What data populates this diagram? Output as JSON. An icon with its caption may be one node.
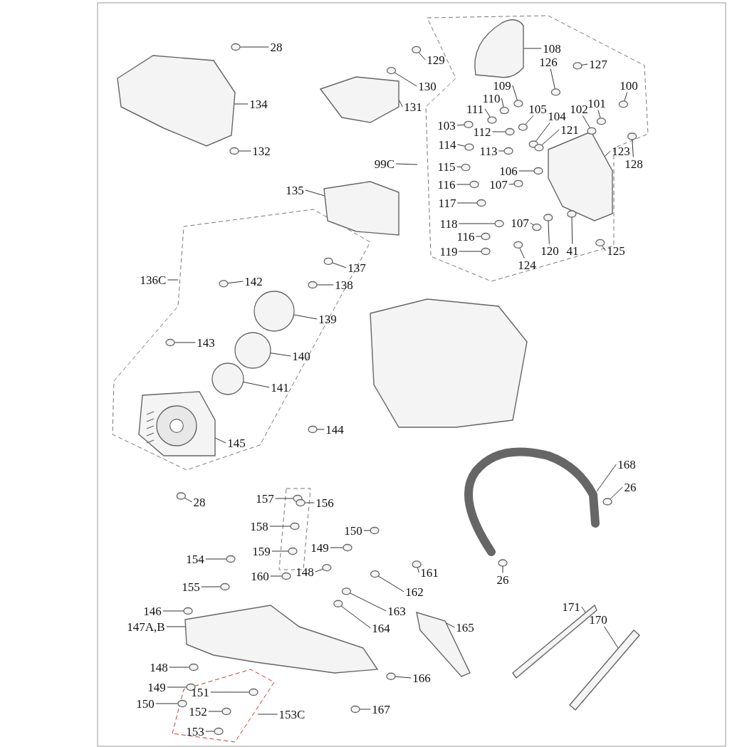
{
  "diagram": {
    "nodes": [
      {
        "text": [
          "28"
        ]
      },
      {
        "text": [
          "129"
        ]
      },
      {
        "text": [
          "130"
        ]
      },
      {
        "text": [
          "131"
        ]
      },
      {
        "text": [
          "134"
        ]
      },
      {
        "text": [
          "132"
        ]
      },
      {
        "text": [
          "108"
        ]
      },
      {
        "text": [
          "126"
        ]
      },
      {
        "text": [
          "127"
        ]
      },
      {
        "text": [
          "109"
        ]
      },
      {
        "text": [
          "110"
        ]
      },
      {
        "text": [
          "105"
        ]
      },
      {
        "text": [
          "111"
        ]
      },
      {
        "text": [
          "104"
        ]
      },
      {
        "text": [
          "102"
        ]
      },
      {
        "text": [
          "101"
        ]
      },
      {
        "text": [
          "100"
        ]
      },
      {
        "text": [
          "103"
        ]
      },
      {
        "text": [
          "112"
        ]
      },
      {
        "text": [
          "121"
        ]
      },
      {
        "text": [
          "114"
        ]
      },
      {
        "text": [
          "113"
        ]
      },
      {
        "text": [
          "123"
        ]
      },
      {
        "text": [
          "128"
        ]
      },
      {
        "text": [
          "99C"
        ]
      },
      {
        "text": [
          "115"
        ]
      },
      {
        "text": [
          "106"
        ]
      },
      {
        "text": [
          "116"
        ]
      },
      {
        "text": [
          "107"
        ]
      },
      {
        "text": [
          "117"
        ]
      },
      {
        "text": [
          "118"
        ]
      },
      {
        "text": [
          "107"
        ]
      },
      {
        "text": [
          "116"
        ]
      },
      {
        "text": [
          "119"
        ]
      },
      {
        "text": [
          "120"
        ]
      },
      {
        "text": [
          "41"
        ]
      },
      {
        "text": [
          "124"
        ]
      },
      {
        "text": [
          "125"
        ]
      },
      {
        "text": [
          "135"
        ]
      },
      {
        "text": [
          "137"
        ]
      },
      {
        "text": [
          "136C"
        ]
      },
      {
        "text": [
          "142"
        ]
      },
      {
        "text": [
          "138"
        ]
      },
      {
        "text": [
          "139"
        ]
      },
      {
        "text": [
          "143"
        ]
      },
      {
        "text": [
          "140"
        ]
      },
      {
        "text": [
          "141"
        ]
      },
      {
        "text": [
          "145"
        ]
      },
      {
        "text": [
          "144"
        ]
      },
      {
        "text": [
          "168"
        ]
      },
      {
        "text": [
          "26"
        ]
      },
      {
        "text": [
          "28"
        ]
      },
      {
        "text": [
          "157"
        ]
      },
      {
        "text": [
          "156"
        ]
      },
      {
        "text": [
          "158"
        ]
      },
      {
        "text": [
          "150"
        ]
      },
      {
        "text": [
          "149"
        ]
      },
      {
        "text": [
          "159"
        ]
      },
      {
        "text": [
          "154"
        ]
      },
      {
        "text": [
          "148"
        ]
      },
      {
        "text": [
          "160"
        ]
      },
      {
        "text": [
          "161"
        ]
      },
      {
        "text": [
          "162"
        ]
      },
      {
        "text": [
          "155"
        ]
      },
      {
        "text": [
          "163"
        ]
      },
      {
        "text": [
          "146"
        ]
      },
      {
        "text": [
          "164"
        ]
      },
      {
        "text": [
          "165"
        ]
      },
      {
        "text": [
          "147A,B"
        ]
      },
      {
        "text": [
          "148"
        ]
      },
      {
        "text": [
          "166"
        ]
      },
      {
        "text": [
          "149"
        ]
      },
      {
        "text": [
          "151"
        ]
      },
      {
        "text": [
          "150"
        ]
      },
      {
        "text": [
          "152"
        ]
      },
      {
        "text": [
          "153C"
        ]
      },
      {
        "text": [
          "153"
        ]
      },
      {
        "text": [
          "167"
        ]
      },
      {
        "text": [
          "26"
        ]
      },
      {
        "text": [
          "171"
        ]
      },
      {
        "text": [
          "170"
        ]
      },
      {
        "text": [],
        "shape": "circle"
      },
      {
        "text": [],
        "shape": "circle"
      },
      {
        "text": [],
        "shape": "circle"
      },
      {
        "text": [],
        "shape": "circle"
      },
      {
        "text": [],
        "shape": "circle"
      },
      {
        "text": [],
        "shape": "circle"
      },
      {
        "text": [],
        "shape": "circle"
      },
      {
        "text": [],
        "shape": "circle"
      },
      {
        "text": [],
        "shape": "circle"
      },
      {
        "text": [],
        "shape": "circle"
      },
      {
        "text": [],
        "shape": "circle"
      },
      {
        "text": [],
        "shape": "circle"
      },
      {
        "text": [],
        "shape": "circle"
      },
      {
        "text": [],
        "shape": "circle"
      },
      {
        "text": [],
        "shape": "circle"
      },
      {
        "text": [],
        "shape": "circle"
      },
      {
        "text": [],
        "shape": "circle"
      },
      {
        "text": [],
        "shape": "circle"
      },
      {
        "text": [],
        "shape": "circle"
      },
      {
        "text": [],
        "shape": "circle"
      },
      {
        "text": [],
        "shape": "circle"
      },
      {
        "text": [],
        "shape": "circle"
      },
      {
        "text": [],
        "shape": "circle"
      },
      {
        "text": [],
        "shape": "circle"
      },
      {
        "text": [],
        "shape": "circle"
      },
      {
        "text": [],
        "shape": "circle"
      },
      {
        "text": [],
        "shape": "circle"
      },
      {
        "text": [],
        "shape": "circle"
      },
      {
        "text": [],
        "shape": "circle"
      },
      {
        "text": [],
        "shape": "circle"
      },
      {
        "text": [],
        "shape": "circle"
      },
      {
        "text": [],
        "shape": "circle"
      },
      {
        "text": [],
        "shape": "circle"
      },
      {
        "text": [],
        "shape": "circle"
      },
      {
        "text": [],
        "shape": "circle"
      },
      {
        "text": [],
        "shape": "circle"
      },
      {
        "text": [],
        "shape": "circle"
      },
      {
        "text": [],
        "shape": "circle"
      },
      {
        "text": [],
        "shape": "circle"
      },
      {
        "text": [],
        "shape": "circle"
      },
      {
        "text": [],
        "shape": "circle"
      },
      {
        "text": [],
        "shape": "circle"
      },
      {
        "text": [],
        "shape": "circle"
      },
      {
        "text": [],
        "shape": "circle"
      },
      {
        "text": [],
        "shape": "circle"
      },
      {
        "text": [],
        "shape": "circle"
      },
      {
        "text": [],
        "shape": "circle"
      },
      {
        "text": [],
        "shape": "circle"
      },
      {
        "text": [],
        "shape": "circle"
      },
      {
        "text": [],
        "shape": "circle"
      },
      {
        "text": [],
        "shape": "circle"
      },
      {
        "text": [],
        "shape": "circle"
      },
      {
        "text": [],
        "shape": "circle"
      },
      {
        "text": [],
        "shape": "circle"
      },
      {
        "text": [],
        "shape": "circle"
      },
      {
        "text": [],
        "shape": "circle"
      },
      {
        "text": [],
        "shape": "circle"
      },
      {
        "text": [],
        "shape": "circle"
      },
      {
        "text": [],
        "shape": "circle"
      },
      {
        "text": [],
        "shape": "circle"
      },
      {
        "text": [],
        "shape": "circle"
      },
      {
        "text": [],
        "shape": "circle"
      },
      {
        "text": [],
        "shape": "circle"
      },
      {
        "text": [],
        "shape": "circle"
      },
      {
        "text": [],
        "shape": "picture"
      },
      {
        "text": [],
        "shape": "picture"
      },
      {
        "text": [],
        "shape": "picture"
      },
      {
        "text": [],
        "shape": "picture"
      },
      {
        "text": [],
        "shape": "picture"
      },
      {
        "text": [],
        "shape": "circle"
      },
      {
        "text": [],
        "shape": "circle"
      },
      {
        "text": [],
        "shape": "circle"
      },
      {
        "text": [],
        "shape": "picture"
      },
      {
        "text": [],
        "shape": "picture"
      },
      {
        "text": [],
        "shape": "picture"
      },
      {
        "text": [],
        "shape": "picture"
      },
      {
        "text": [],
        "shape": "picture"
      },
      {
        "text": [],
        "shape": "picture"
      }
    ],
    "edges": [
      {
        "from": 0,
        "to": 81,
        "arrow": "none"
      },
      {
        "from": 1,
        "to": 82,
        "arrow": "none"
      },
      {
        "from": 2,
        "to": 83,
        "arrow": "none"
      },
      {
        "from": 3,
        "to": 145,
        "arrow": "none"
      },
      {
        "from": 4,
        "to": 146,
        "arrow": "none"
      },
      {
        "from": 5,
        "to": 84,
        "arrow": "none"
      },
      {
        "from": 6,
        "to": 147,
        "arrow": "none"
      },
      {
        "from": 7,
        "to": 85,
        "arrow": "none"
      },
      {
        "from": 8,
        "to": 86,
        "arrow": "none"
      },
      {
        "from": 9,
        "to": 87,
        "arrow": "none"
      },
      {
        "from": 10,
        "to": 88,
        "arrow": "none"
      },
      {
        "from": 11,
        "to": 89,
        "arrow": "none"
      },
      {
        "from": 12,
        "to": 90,
        "arrow": "none"
      },
      {
        "from": 13,
        "to": 91,
        "arrow": "none"
      },
      {
        "from": 14,
        "to": 92,
        "arrow": "none"
      },
      {
        "from": 15,
        "to": 93,
        "arrow": "none"
      },
      {
        "from": 16,
        "to": 94,
        "arrow": "none"
      },
      {
        "from": 17,
        "to": 95,
        "arrow": "none"
      },
      {
        "from": 18,
        "to": 96,
        "arrow": "none"
      },
      {
        "from": 19,
        "to": 97,
        "arrow": "none"
      },
      {
        "from": 20,
        "to": 98,
        "arrow": "none"
      },
      {
        "from": 21,
        "to": 99,
        "arrow": "none"
      },
      {
        "from": 22,
        "to": 148,
        "arrow": "none"
      },
      {
        "from": 23,
        "to": 100,
        "arrow": "none"
      },
      {
        "from": 24,
        "to": null,
        "arrow": "none"
      },
      {
        "from": 25,
        "to": 101,
        "arrow": "none"
      },
      {
        "from": 26,
        "to": 102,
        "arrow": "none"
      },
      {
        "from": 27,
        "to": 103,
        "arrow": "none"
      },
      {
        "from": 28,
        "to": 104,
        "arrow": "none"
      },
      {
        "from": 29,
        "to": 105,
        "arrow": "none"
      },
      {
        "from": 30,
        "to": 106,
        "arrow": "none"
      },
      {
        "from": 31,
        "to": 107,
        "arrow": "none"
      },
      {
        "from": 32,
        "to": 108,
        "arrow": "none"
      },
      {
        "from": 33,
        "to": 109,
        "arrow": "none"
      },
      {
        "from": 34,
        "to": 110,
        "arrow": "none"
      },
      {
        "from": 35,
        "to": 111,
        "arrow": "none"
      },
      {
        "from": 36,
        "to": 112,
        "arrow": "none"
      },
      {
        "from": 37,
        "to": 113,
        "arrow": "none"
      },
      {
        "from": 38,
        "to": 149,
        "arrow": "none"
      },
      {
        "from": 39,
        "to": 114,
        "arrow": "none"
      },
      {
        "from": 40,
        "to": null,
        "arrow": "none"
      },
      {
        "from": 41,
        "to": 115,
        "arrow": "none"
      },
      {
        "from": 42,
        "to": 116,
        "arrow": "none"
      },
      {
        "from": 43,
        "to": 150,
        "arrow": "none"
      },
      {
        "from": 44,
        "to": 117,
        "arrow": "none"
      },
      {
        "from": 45,
        "to": 151,
        "arrow": "none"
      },
      {
        "from": 46,
        "to": 152,
        "arrow": "none"
      },
      {
        "from": 47,
        "to": 153,
        "arrow": "none"
      },
      {
        "from": 48,
        "to": 118,
        "arrow": "none"
      },
      {
        "from": 49,
        "to": 154,
        "arrow": "none"
      },
      {
        "from": 50,
        "to": 119,
        "arrow": "none"
      },
      {
        "from": 51,
        "to": 120,
        "arrow": "none"
      },
      {
        "from": 52,
        "to": 121,
        "arrow": "none"
      },
      {
        "from": 53,
        "to": 122,
        "arrow": "none"
      },
      {
        "from": 54,
        "to": 123,
        "arrow": "none"
      },
      {
        "from": 55,
        "to": 124,
        "arrow": "none"
      },
      {
        "from": 56,
        "to": 125,
        "arrow": "none"
      },
      {
        "from": 57,
        "to": 126,
        "arrow": "none"
      },
      {
        "from": 58,
        "to": 127,
        "arrow": "none"
      },
      {
        "from": 59,
        "to": 128,
        "arrow": "none"
      },
      {
        "from": 60,
        "to": 129,
        "arrow": "none"
      },
      {
        "from": 61,
        "to": 130,
        "arrow": "none"
      },
      {
        "from": 62,
        "to": 131,
        "arrow": "none"
      },
      {
        "from": 63,
        "to": 132,
        "arrow": "none"
      },
      {
        "from": 64,
        "to": 133,
        "arrow": "none"
      },
      {
        "from": 65,
        "to": 134,
        "arrow": "none"
      },
      {
        "from": 66,
        "to": 135,
        "arrow": "none"
      },
      {
        "from": 67,
        "to": 155,
        "arrow": "none"
      },
      {
        "from": 68,
        "to": 156,
        "arrow": "none"
      },
      {
        "from": 69,
        "to": 136,
        "arrow": "none"
      },
      {
        "from": 70,
        "to": 137,
        "arrow": "none"
      },
      {
        "from": 71,
        "to": 138,
        "arrow": "none"
      },
      {
        "from": 72,
        "to": 139,
        "arrow": "none"
      },
      {
        "from": 73,
        "to": 140,
        "arrow": "none"
      },
      {
        "from": 74,
        "to": 141,
        "arrow": "none"
      },
      {
        "from": 75,
        "to": null,
        "arrow": "none"
      },
      {
        "from": 76,
        "to": 142,
        "arrow": "none"
      },
      {
        "from": 77,
        "to": 143,
        "arrow": "none"
      },
      {
        "from": 78,
        "to": 144,
        "arrow": "none"
      },
      {
        "from": 79,
        "to": 157,
        "arrow": "none"
      },
      {
        "from": 80,
        "to": 158,
        "arrow": "none"
      }
    ]
  }
}
